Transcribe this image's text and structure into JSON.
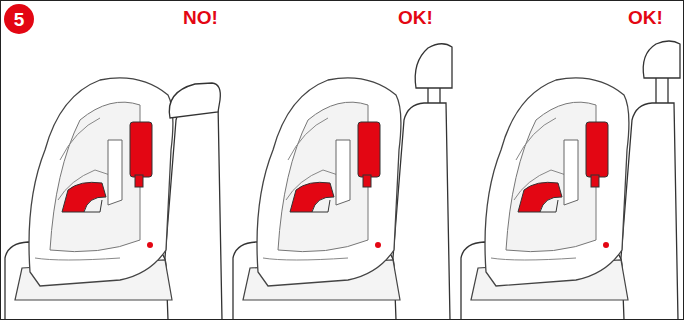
{
  "diagram": {
    "nodes": [
      {
        "text": [
          "5"
        ]
      }
    ],
    "labels": [
      "NO!",
      "OK!",
      "OK!"
    ]
  }
}
